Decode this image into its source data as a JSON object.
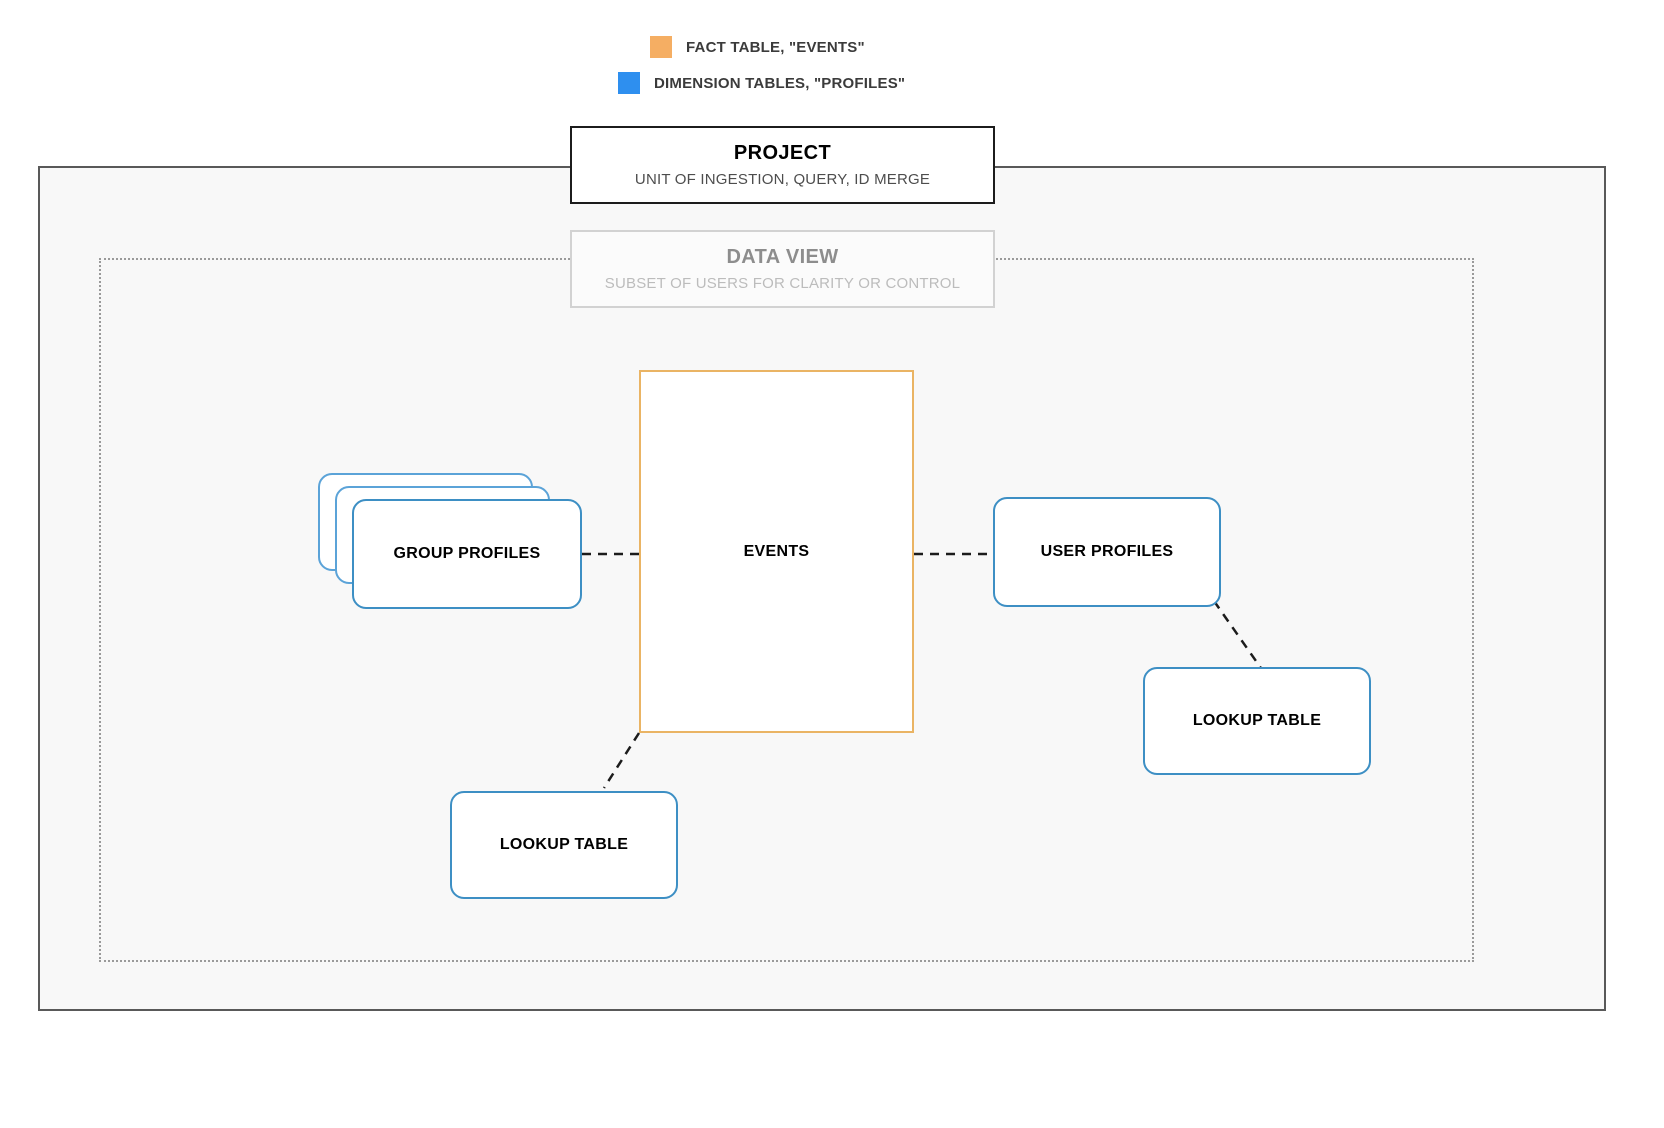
{
  "legend": {
    "items": [
      {
        "label": "FACT TABLE, \"EVENTS\"",
        "color": "#f5ae63",
        "icon": "legend-swatch-orange"
      },
      {
        "label": "DIMENSION TABLES, \"PROFILES\"",
        "color": "#2e8fef",
        "icon": "legend-swatch-blue"
      }
    ]
  },
  "project": {
    "title": "PROJECT",
    "subtitle": "UNIT OF INGESTION, QUERY, ID MERGE",
    "border_color": "#1c1c1c",
    "fill_color": "#f8f8f8"
  },
  "data_view": {
    "title": "DATA VIEW",
    "subtitle": "SUBSET OF USERS FOR CLARITY OR CONTROL",
    "border_color": "#d2d2d2",
    "title_color": "#8d8d8d",
    "subtitle_color": "#bcbcbc"
  },
  "nodes": {
    "events": {
      "label": "EVENTS",
      "type": "fact-table",
      "border_color": "#eab464"
    },
    "group_profiles": {
      "label": "GROUP PROFILES",
      "type": "dimension-table-stack",
      "border_color": "#3d8fc4",
      "stack_count": 3
    },
    "user_profiles": {
      "label": "USER PROFILES",
      "type": "dimension-table",
      "border_color": "#3d8fc4"
    },
    "lookup_table_left": {
      "label": "LOOKUP TABLE",
      "type": "lookup-table",
      "border_color": "#3d8fc4"
    },
    "lookup_table_right": {
      "label": "LOOKUP TABLE",
      "type": "lookup-table",
      "border_color": "#3d8fc4"
    }
  },
  "connectors": [
    {
      "name": "group-profiles-to-events",
      "style": "dashed",
      "color": "#1c1c1c"
    },
    {
      "name": "events-to-user-profiles",
      "style": "dashed",
      "color": "#1c1c1c"
    },
    {
      "name": "user-profiles-to-lookup-right",
      "style": "dashed",
      "color": "#1c1c1c"
    },
    {
      "name": "events-to-lookup-left",
      "style": "dashed",
      "color": "#1c1c1c"
    }
  ]
}
